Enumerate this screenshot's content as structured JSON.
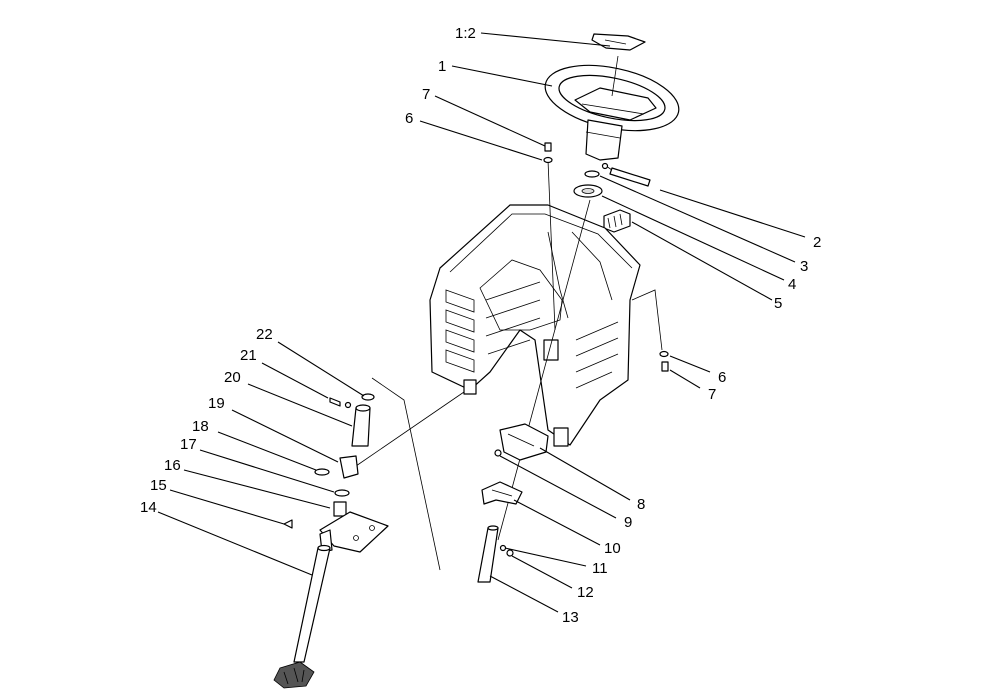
{
  "callouts": [
    {
      "label": "1:2"
    },
    {
      "label": "1"
    },
    {
      "label": "7"
    },
    {
      "label": "6"
    },
    {
      "label": "2"
    },
    {
      "label": "3"
    },
    {
      "label": "4"
    },
    {
      "label": "5"
    },
    {
      "label": "6"
    },
    {
      "label": "7"
    },
    {
      "label": "22"
    },
    {
      "label": "21"
    },
    {
      "label": "20"
    },
    {
      "label": "19"
    },
    {
      "label": "18"
    },
    {
      "label": "17"
    },
    {
      "label": "16"
    },
    {
      "label": "15"
    },
    {
      "label": "14"
    },
    {
      "label": "8"
    },
    {
      "label": "9"
    },
    {
      "label": "10"
    },
    {
      "label": "11"
    },
    {
      "label": "12"
    },
    {
      "label": "13"
    }
  ]
}
